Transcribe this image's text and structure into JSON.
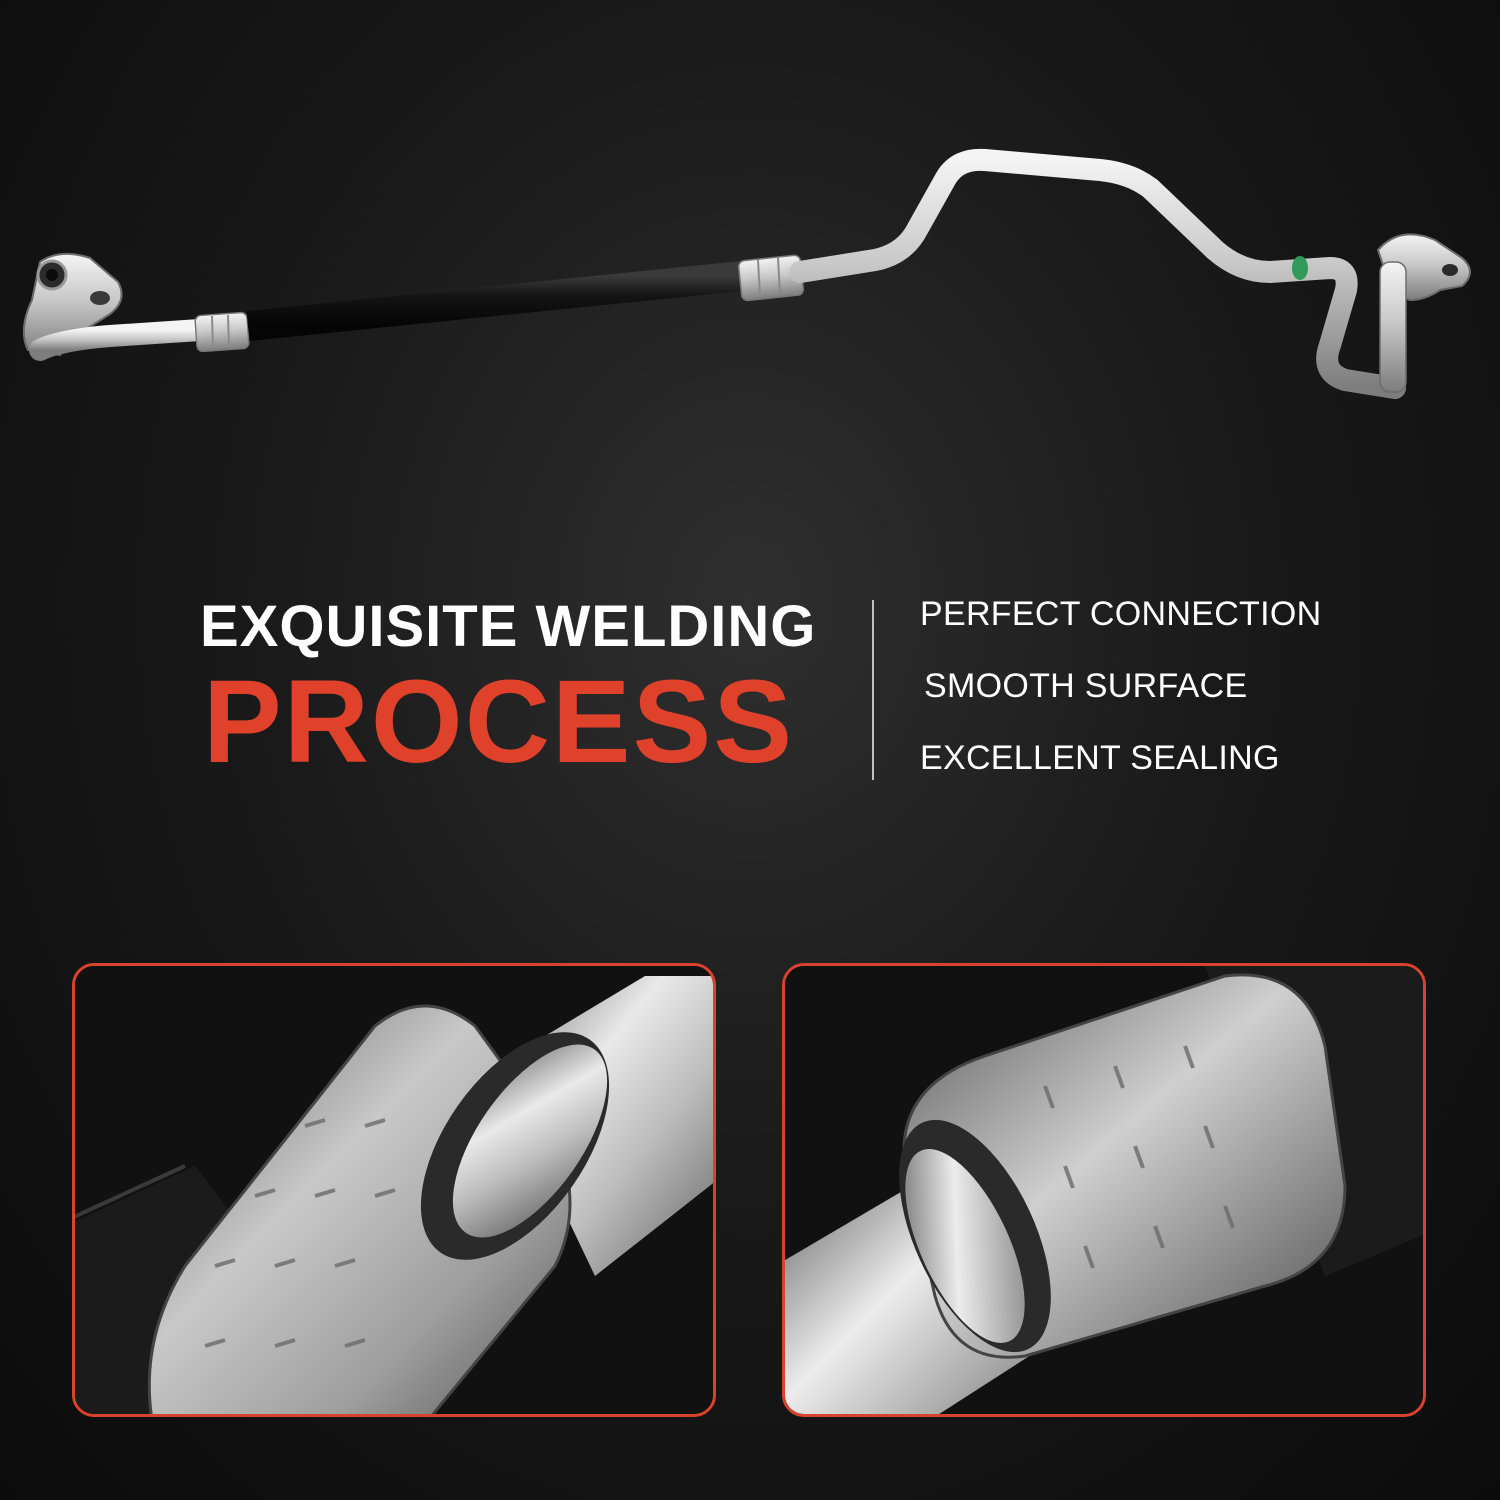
{
  "headline": {
    "line1": "EXQUISITE WELDING",
    "line2": "PROCESS"
  },
  "features": [
    "PERFECT CONNECTION",
    "SMOOTH SURFACE",
    "EXCELLENT SEALING"
  ],
  "colors": {
    "accent": "#e0412a",
    "panel_border": "#d9432e",
    "text": "#ffffff",
    "background": "#1a1a1a"
  }
}
